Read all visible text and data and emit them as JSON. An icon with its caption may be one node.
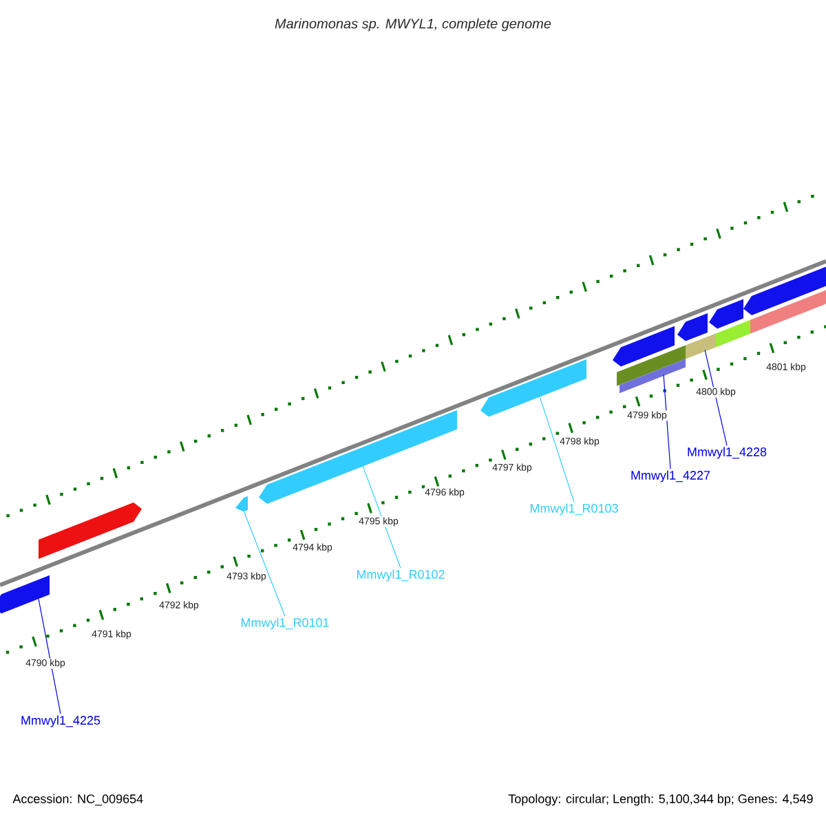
{
  "diagram": {
    "title": "*Marinomonas sp. MWYL1, complete genome*",
    "nodes": [
      {
        "text": [
          "Mmwyl1_4225"
        ]
      },
      {
        "text": [
          "Mmwyl1_R0101"
        ]
      },
      {
        "text": [
          "Mmwyl1_R0102"
        ]
      },
      {
        "text": [
          "Mmwyl1_R0103"
        ]
      },
      {
        "text": [
          "Mmwyl1_4227"
        ]
      },
      {
        "text": [
          "Mmwyl1_4228"
        ]
      },
      {
        "text": [],
        "shape": "pentagon"
      },
      {
        "text": [],
        "shape": "pentagon"
      },
      {
        "text": [],
        "shape": "pentagon"
      },
      {
        "text": [],
        "shape": "pentagon"
      },
      {
        "text": [],
        "shape": "pentagon"
      },
      {
        "text": [],
        "shape": "pentagon"
      },
      {
        "text": [],
        "shape": "bar"
      },
      {
        "text": [],
        "shape": "bar"
      },
      {
        "text": [],
        "shape": "pentagon"
      },
      {
        "text": [],
        "shape": "bar"
      },
      {
        "text": [],
        "shape": "pentagon"
      },
      {
        "text": [],
        "shape": "bar"
      },
      {
        "text": [],
        "shape": "pentagon"
      },
      {
        "text": [],
        "shape": "bar"
      }
    ],
    "edges": [
      {
        "from": 0,
        "to": 6,
        "arrow": "none",
        "color": "#0000ee"
      },
      {
        "from": 1,
        "to": 8,
        "arrow": "none",
        "color": "#33ccff"
      },
      {
        "from": 2,
        "to": 9,
        "arrow": "none",
        "color": "#33ccff"
      },
      {
        "from": 3,
        "to": 10,
        "arrow": "none",
        "color": "#33ccff"
      },
      {
        "from": 4,
        "to": 13,
        "arrow": "none",
        "color": "#0000ee"
      },
      {
        "from": 5,
        "to": 15,
        "arrow": "none",
        "color": "#0000ee"
      }
    ],
    "labels": [
      "4790 kbp",
      "4791 kbp",
      "4792 kbp",
      "4793 kbp",
      "4794 kbp",
      "4795 kbp",
      "4796 kbp",
      "4797 kbp",
      "4798 kbp",
      "4799 kbp",
      "4800 kbp",
      "4801 kbp",
      "Accession: NC_009654",
      "Topology: circular; Length: 5,100,344 bp; Genes: 4,549"
    ]
  }
}
